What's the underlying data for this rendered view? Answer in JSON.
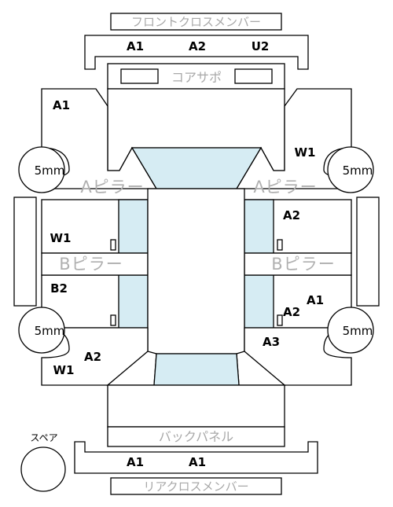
{
  "labels": {
    "front_cross_member": "フロントクロスメンバー",
    "core_support": "コアサポ",
    "a_pillar_left": "Aピラー",
    "a_pillar_right": "Aピラー",
    "b_pillar_left": "Bピラー",
    "b_pillar_right": "Bピラー",
    "back_panel": "バックパネル",
    "rear_cross_member": "リアクロスメンバー",
    "spare": "スペア",
    "dimple_left": "5mm",
    "dimple_right": "5mm"
  },
  "codes": {
    "front_member_1": "A1",
    "front_member_2": "A2",
    "front_member_3": "U2",
    "front_left": "A1",
    "front_right": "W1",
    "middle_right": "A2",
    "middle_left": "W1",
    "rear_left_top": "B2",
    "rear_right_a1": "A1",
    "rear_right_a2": "A2",
    "rear_right_a3": "A3",
    "rear_left_a2": "A2",
    "rear_left_w1": "W1",
    "rear_member_1": "A1",
    "rear_member_2": "A1"
  },
  "circles": {
    "front_left": "5mm",
    "front_right": "5mm",
    "rear_left": "5mm",
    "rear_right": "5mm"
  },
  "colors": {
    "glass": "#d6ecf3",
    "outline": "#000000",
    "label_gray": "#a8a8a8"
  }
}
